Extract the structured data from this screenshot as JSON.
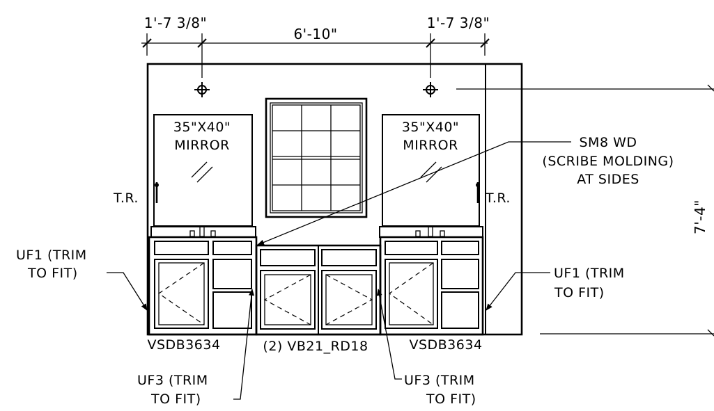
{
  "dimensions": {
    "left_offset": "1'-7 3/8\"",
    "center_span": "6'-10\"",
    "right_offset": "1'-7 3/8\"",
    "height": "7'-4\""
  },
  "mirrors": {
    "left": {
      "size": "35\"X40\"",
      "label": "MIRROR"
    },
    "right": {
      "size": "35\"X40\"",
      "label": "MIRROR"
    }
  },
  "towel_rings": {
    "left": "T.R.",
    "right": "T.R."
  },
  "callouts": {
    "molding": {
      "line1": "SM8 WD",
      "line2": "(SCRIBE MOLDING)",
      "line3": "AT SIDES"
    },
    "filler_left": {
      "line1": "UF1 (TRIM",
      "line2": "TO FIT)"
    },
    "filler_right": {
      "line1": "UF1 (TRIM",
      "line2": "TO FIT)"
    },
    "filler_center_left": {
      "line1": "UF3 (TRIM",
      "line2": "TO FIT)"
    },
    "filler_center_right": {
      "line1": "UF3 (TRIM",
      "line2": "TO FIT)"
    }
  },
  "cabinets": {
    "left": "VSDB3634",
    "center": "(2) VB21_RD18",
    "right": "VSDB3634"
  }
}
